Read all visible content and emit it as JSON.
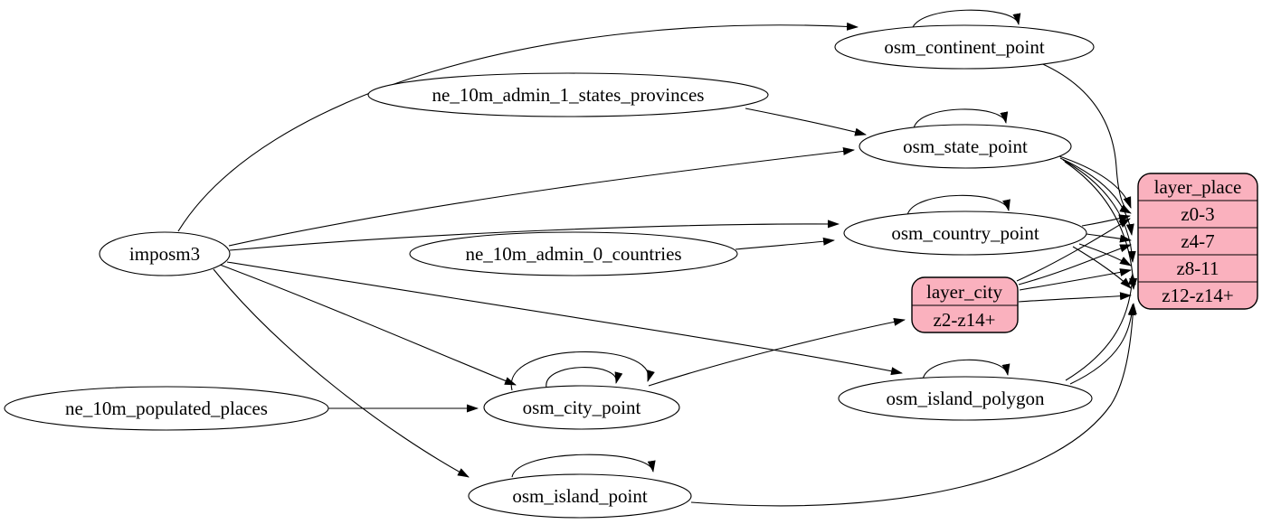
{
  "diagram": {
    "type": "graphviz-etl-dependency-graph",
    "colors": {
      "background": "#ffffff",
      "edge_stroke": "#000000",
      "ellipse_fill": "#ffffff",
      "record_fill": "#fab1be"
    },
    "nodes": {
      "imposm3": "imposm3",
      "ne_10m_admin_1_states_provinces": "ne_10m_admin_1_states_provinces",
      "ne_10m_admin_0_countries": "ne_10m_admin_0_countries",
      "ne_10m_populated_places": "ne_10m_populated_places",
      "osm_continent_point": "osm_continent_point",
      "osm_state_point": "osm_state_point",
      "osm_country_point": "osm_country_point",
      "osm_city_point": "osm_city_point",
      "osm_island_polygon": "osm_island_polygon",
      "osm_island_point": "osm_island_point"
    },
    "records": {
      "layer_place": {
        "title": "layer_place",
        "rows": [
          "z0-3",
          "z4-7",
          "z8-11",
          "z12-z14+"
        ]
      },
      "layer_city": {
        "title": "layer_city",
        "rows": [
          "z2-z14+"
        ]
      }
    },
    "edges": [
      "imposm3 -> osm_continent_point",
      "imposm3 -> osm_state_point",
      "imposm3 -> osm_country_point",
      "imposm3 -> osm_city_point",
      "imposm3 -> osm_island_polygon",
      "imposm3 -> osm_island_point",
      "ne_10m_admin_1_states_provinces -> osm_state_point",
      "ne_10m_admin_0_countries -> osm_country_point",
      "ne_10m_populated_places -> osm_city_point",
      "osm_continent_point -> osm_continent_point",
      "osm_state_point -> osm_state_point",
      "osm_country_point -> osm_country_point",
      "osm_city_point -> osm_city_point",
      "osm_city_point -> osm_city_point (generalized)",
      "osm_island_polygon -> osm_island_polygon",
      "osm_island_point -> osm_island_point",
      "osm_continent_point -> layer_place:z0-3",
      "osm_state_point -> layer_place:z0-3",
      "osm_state_point -> layer_place:z4-7",
      "osm_state_point -> layer_place:z8-11",
      "osm_state_point -> layer_place:z12-z14+",
      "osm_country_point -> layer_place:z0-3",
      "osm_country_point -> layer_place:z4-7",
      "osm_country_point -> layer_place:z8-11",
      "osm_country_point -> layer_place:z12-z14+",
      "osm_city_point -> layer_city:z2-z14+",
      "layer_city -> layer_place:z0-3",
      "layer_city -> layer_place:z4-7",
      "layer_city -> layer_place:z8-11",
      "layer_city -> layer_place:z12-z14+",
      "osm_island_polygon -> layer_place:z8-11",
      "osm_island_polygon -> layer_place:z12-z14+",
      "osm_island_point -> layer_place:z12-z14+"
    ]
  }
}
